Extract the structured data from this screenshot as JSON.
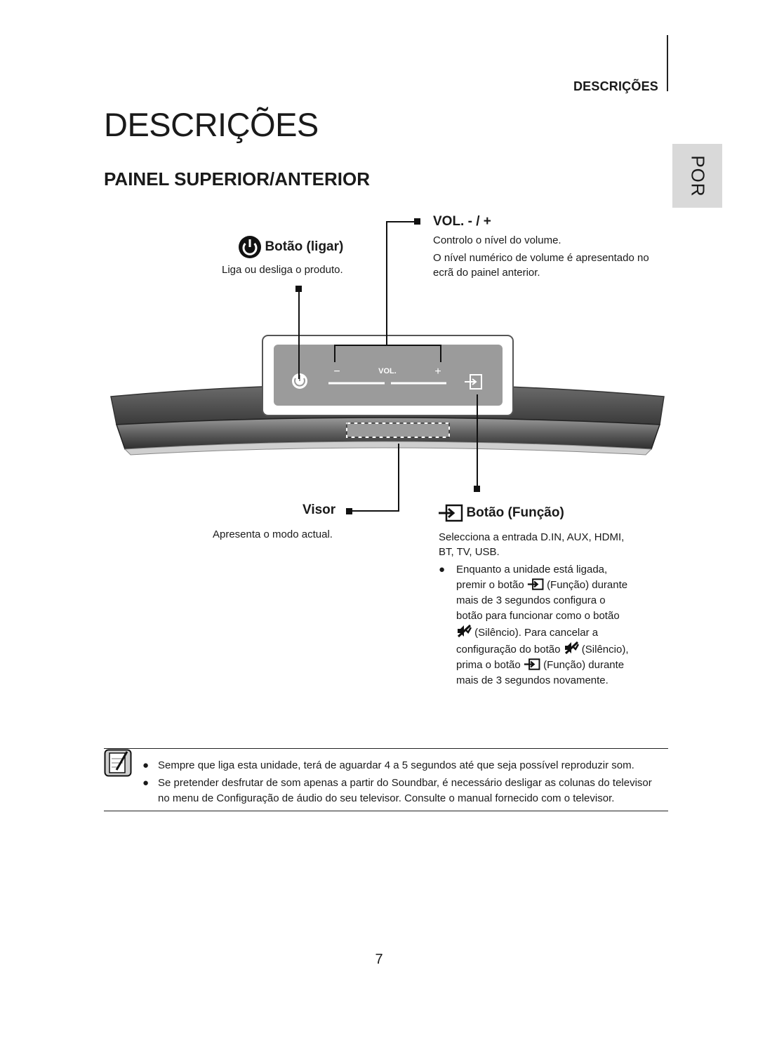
{
  "header": {
    "running_title": "DESCRIÇÕES",
    "lang_tab": "POR"
  },
  "page": {
    "title": "DESCRIÇÕES",
    "section": "PAINEL SUPERIOR/ANTERIOR",
    "page_number": "7"
  },
  "callouts": {
    "power": {
      "title": "Botão (ligar)",
      "desc": "Liga ou desliga o produto."
    },
    "volume": {
      "title": "VOL. - / +",
      "desc1": "Controlo o nível do volume.",
      "desc2a": "O nível numérico de volume é apresentado no",
      "desc2b": "ecrã do painel anterior."
    },
    "display": {
      "title": "Visor",
      "desc": "Apresenta o modo actual."
    },
    "function": {
      "title": "Botão (Função)",
      "desc_a": "Selecciona a entrada D.IN, AUX, HDMI,",
      "desc_b": "BT, TV, USB.",
      "bullet_lines": {
        "l1": "Enquanto a unidade está ligada,",
        "l2a": "premir o botão",
        "l2b": "(Função) durante",
        "l3": "mais de 3 segundos configura o",
        "l4": "botão para funcionar como o botão",
        "l5": "(Silêncio). Para cancelar a",
        "l6a": "configuração do botão",
        "l6b": "(Silêncio),",
        "l7a": "prima o botão",
        "l7b": "(Função) durante",
        "l8": "mais de 3 segundos novamente."
      }
    }
  },
  "device": {
    "vol_label": "VOL.",
    "minus": "−",
    "plus": "+"
  },
  "notes": {
    "n1": "Sempre que liga esta unidade, terá de aguardar 4 a 5 segundos até que seja possível reproduzir som.",
    "n2a": "Se pretender desfrutar de som apenas a partir do Soundbar, é necessário desligar as colunas do televisor",
    "n2b": "no menu de Configuração de áudio do seu televisor. Consulte o manual fornecido com o televisor."
  },
  "icons": [
    "power-icon",
    "input-icon",
    "mute-icon",
    "note-icon"
  ]
}
